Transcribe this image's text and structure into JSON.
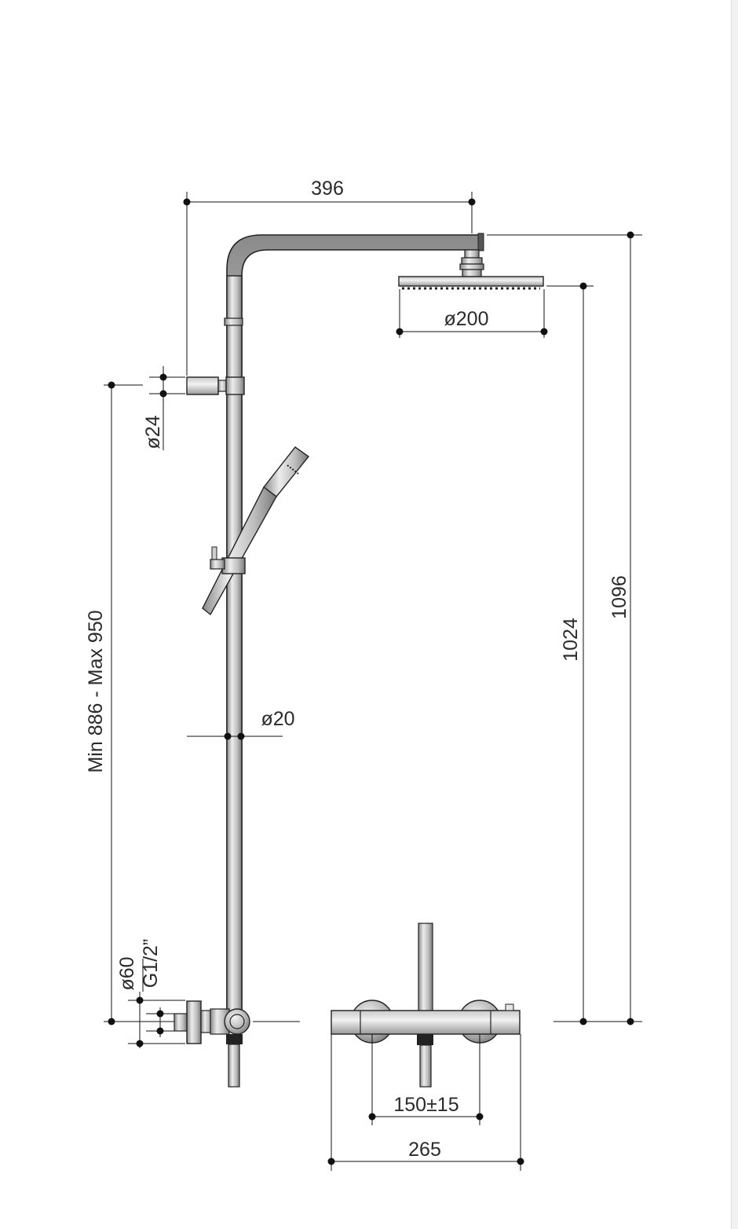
{
  "dimensions": {
    "arm_reach": "396",
    "head_diameter": "ø200",
    "bracket_diameter": "ø24",
    "height_range": "Min 886 - Max 950",
    "pipe_diameter": "ø20",
    "rose_diameter": "ø60",
    "thread_size": "G1/2”",
    "head_height": "1024",
    "total_height": "1096",
    "inlet_spacing": "150±15",
    "mixer_width": "265"
  },
  "colors": {
    "chrome_light": "#e2e2e2",
    "chrome_mid": "#a8a8a8",
    "chrome_dark": "#6e6e6e",
    "line": "#111111"
  }
}
